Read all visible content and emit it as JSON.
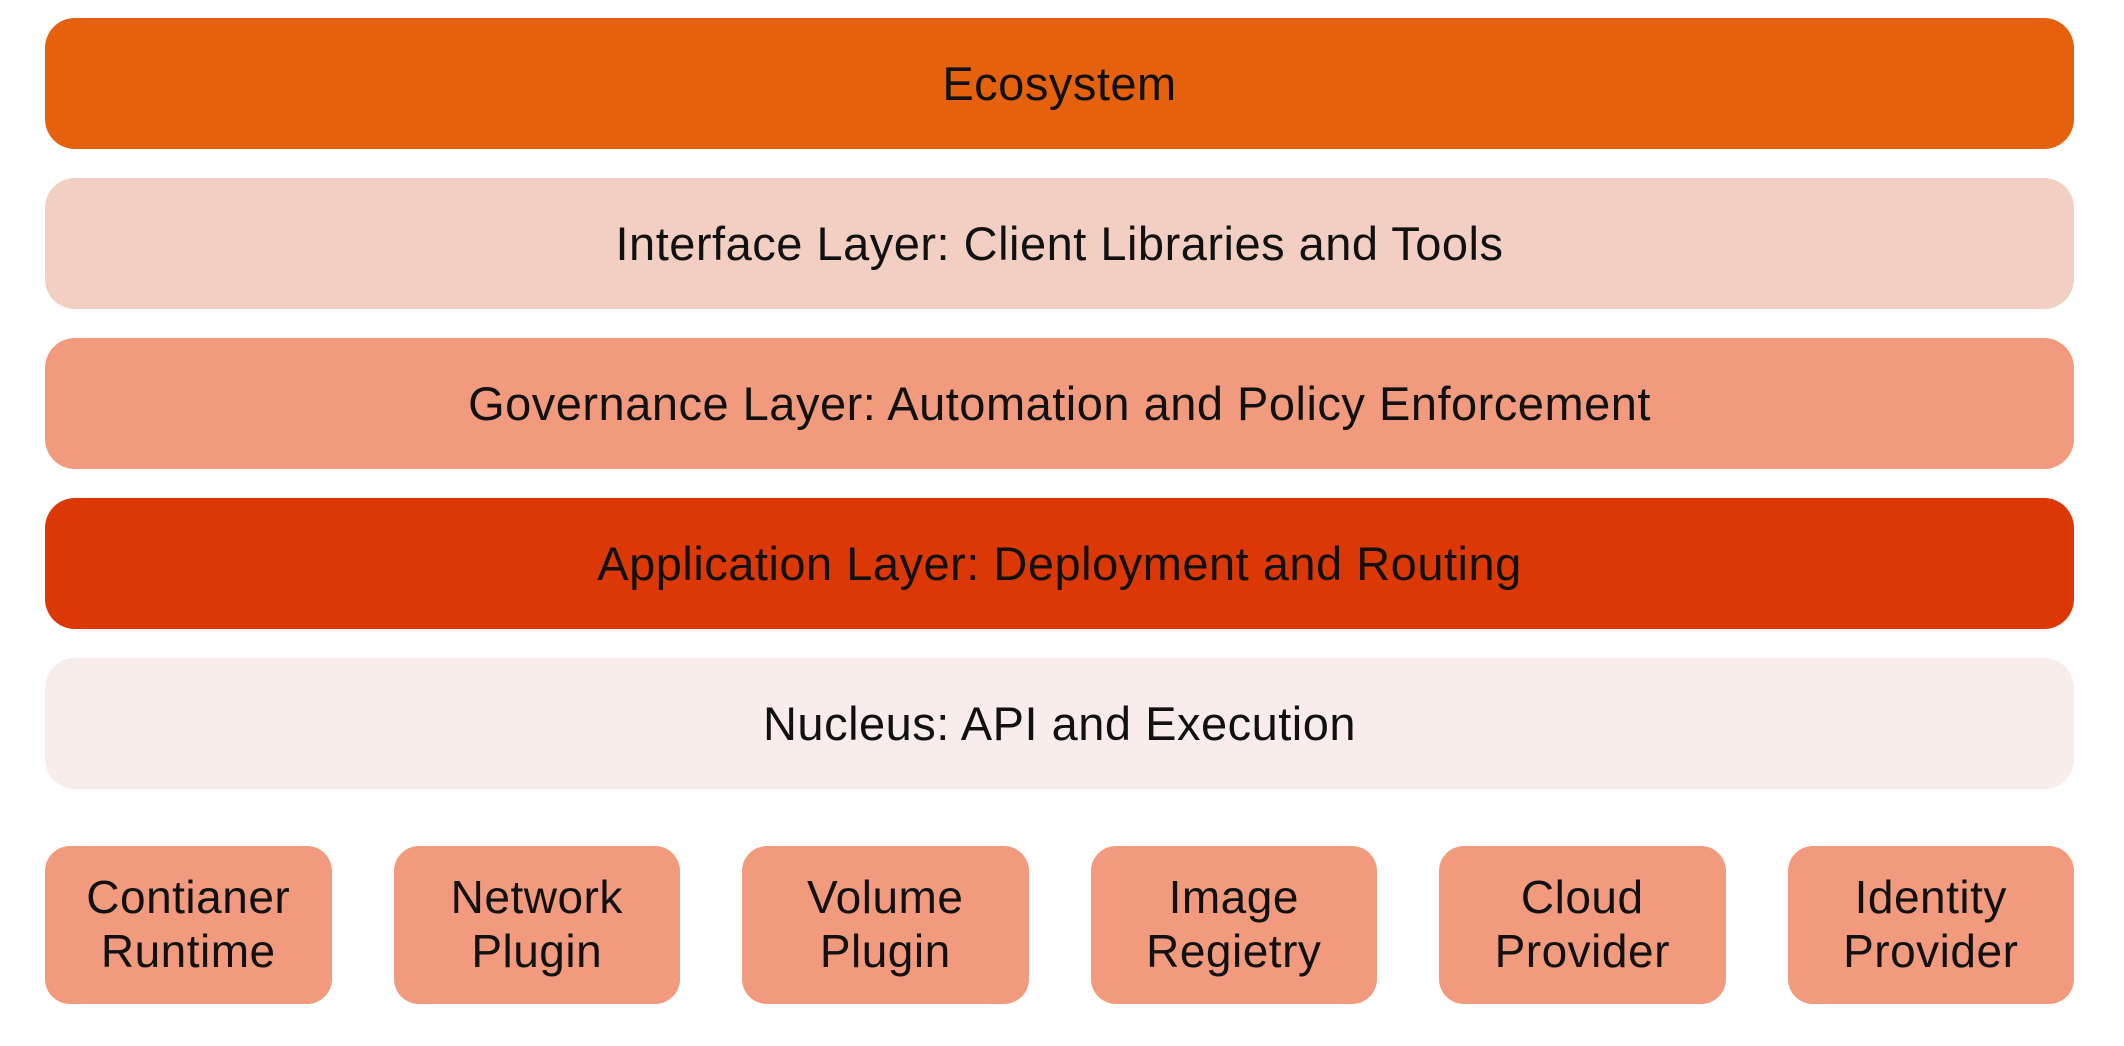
{
  "diagram": {
    "layers": [
      {
        "label": "Ecosystem",
        "bg": "#E6610E"
      },
      {
        "label": "Interface Layer: Client Libraries and Tools",
        "bg": "#F2CFC2"
      },
      {
        "label": "Governance Layer: Automation and Policy Enforcement",
        "bg": "#F19A7E"
      },
      {
        "label": "Application Layer: Deployment and Routing",
        "bg": "#DB3806"
      },
      {
        "label": "Nucleus: API and Execution",
        "bg": "#F8EDEA"
      }
    ],
    "plugins": [
      {
        "label": "Contianer Runtime"
      },
      {
        "label": "Network Plugin"
      },
      {
        "label": "Volume Plugin"
      },
      {
        "label": "Image Regietry"
      },
      {
        "label": "Cloud Provider"
      },
      {
        "label": "Identity Provider"
      }
    ],
    "plugin_bg": "#F19A7E",
    "text_color": "#111111"
  }
}
